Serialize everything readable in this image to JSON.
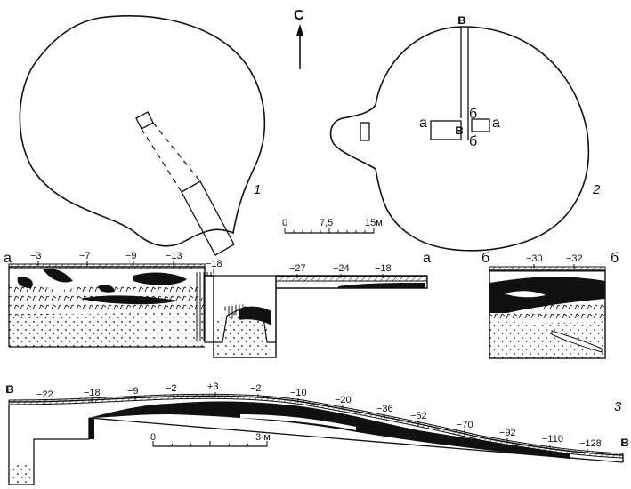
{
  "north_label": "С",
  "plan1": {
    "number": "1"
  },
  "plan2": {
    "number": "2",
    "section_letters": [
      "в",
      "в",
      "а",
      "а",
      "б",
      "б"
    ]
  },
  "scale_plan": {
    "ticks": [
      "0",
      "7,5",
      "15м"
    ]
  },
  "section_a": {
    "end_labels": [
      "а",
      "а"
    ],
    "depths": [
      "−3",
      "−7",
      "−9",
      "−13",
      "−18",
      "−27",
      "−24",
      "−18"
    ]
  },
  "section_b": {
    "end_labels": [
      "б",
      "б"
    ],
    "depths": [
      "−30",
      "−32"
    ]
  },
  "section_v": {
    "number": "3",
    "end_labels": [
      "в",
      "в"
    ],
    "depths": [
      "−22",
      "−18",
      "−9",
      "−2",
      "+3",
      "−2",
      "−10",
      "−20",
      "−36",
      "−52",
      "−70",
      "−92",
      "−110",
      "−128"
    ]
  },
  "scale_section": {
    "ticks": [
      "0",
      "3 м"
    ]
  },
  "colors": {
    "ink": "#111111",
    "paper": "#ffffff"
  }
}
